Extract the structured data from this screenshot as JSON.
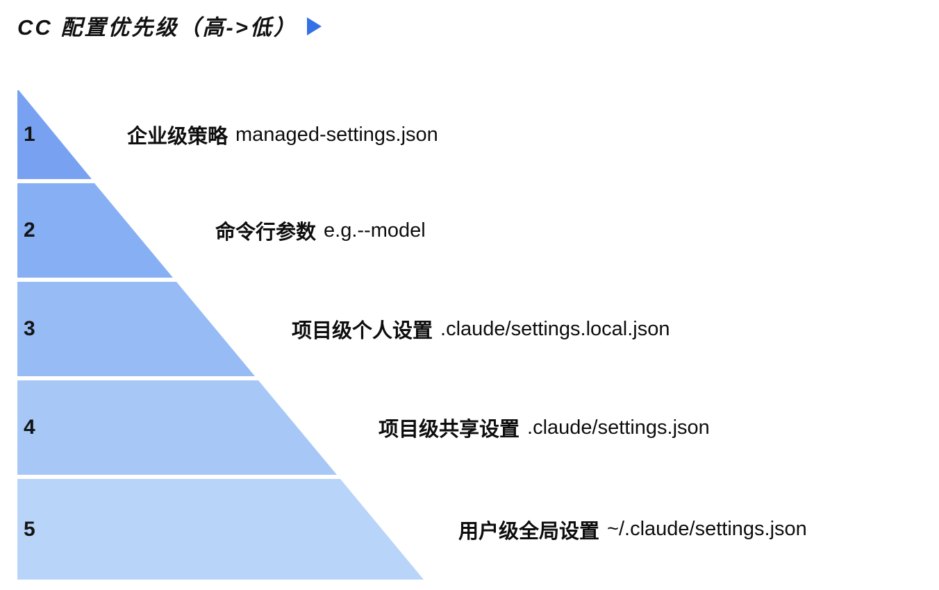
{
  "page": {
    "background": "#ffffff"
  },
  "header": {
    "title": "CC 配置优先级（高->低）",
    "play_icon": "play-triangle-icon",
    "accent_color": "#3470E6"
  },
  "chart_data": {
    "type": "pyramid",
    "title": "CC 配置优先级（高->低）",
    "order": "high-to-low",
    "levels": [
      {
        "rank": "1",
        "name": "企业级策略",
        "file": "managed-settings.json",
        "color": "#78A2F1"
      },
      {
        "rank": "2",
        "name": "命令行参数",
        "file": "e.g.--model",
        "color": "#87AFF3"
      },
      {
        "rank": "3",
        "name": "项目级个人设置",
        "file": ".claude/settings.local.json",
        "color": "#96BBF5"
      },
      {
        "rank": "4",
        "name": "项目级共享设置",
        "file": ".claude/settings.json",
        "color": "#A7C8F7"
      },
      {
        "rank": "5",
        "name": "用户级全局设置",
        "file": "~/.claude/settings.json",
        "color": "#B9D4F9"
      }
    ]
  }
}
